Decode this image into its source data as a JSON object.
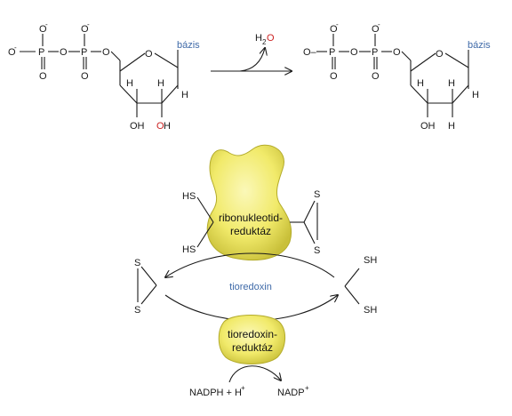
{
  "left_molecule": {
    "oxygen_minus": "O",
    "minus_sign": "-",
    "phosphorus": "P",
    "oxygen": "O",
    "base_label": "bázis",
    "hydrogen": "H",
    "hydroxyl": "OH",
    "hydroxyl_o_red": "O",
    "hydroxyl_h": "H"
  },
  "reaction": {
    "water_h": "H",
    "water_sub": "2",
    "water_o": "O"
  },
  "right_molecule": {
    "minus_label": "O–",
    "base_label": "bázis",
    "hydroxyl": "OH",
    "hydrogen": "H"
  },
  "enzyme": {
    "line1": "ribonukleotid-",
    "line2": "reduktáz",
    "thiol_left": "HS",
    "sulfur": "S"
  },
  "cycle": {
    "carrier": "tioredoxin",
    "sulfur": "S",
    "thiol_right": "SH"
  },
  "reductase": {
    "line1": "tioredoxin-",
    "line2": "reduktáz"
  },
  "cofactor": {
    "reduced": "NADPH + H",
    "reduced_sup": "+",
    "oxidized": "NADP",
    "oxidized_sup": "+"
  },
  "colors": {
    "blob_fill": "#f3ee7a",
    "blob_stroke": "#b3ab2a",
    "base_text": "#3f6aa8",
    "highlight_red": "#cc2222"
  }
}
